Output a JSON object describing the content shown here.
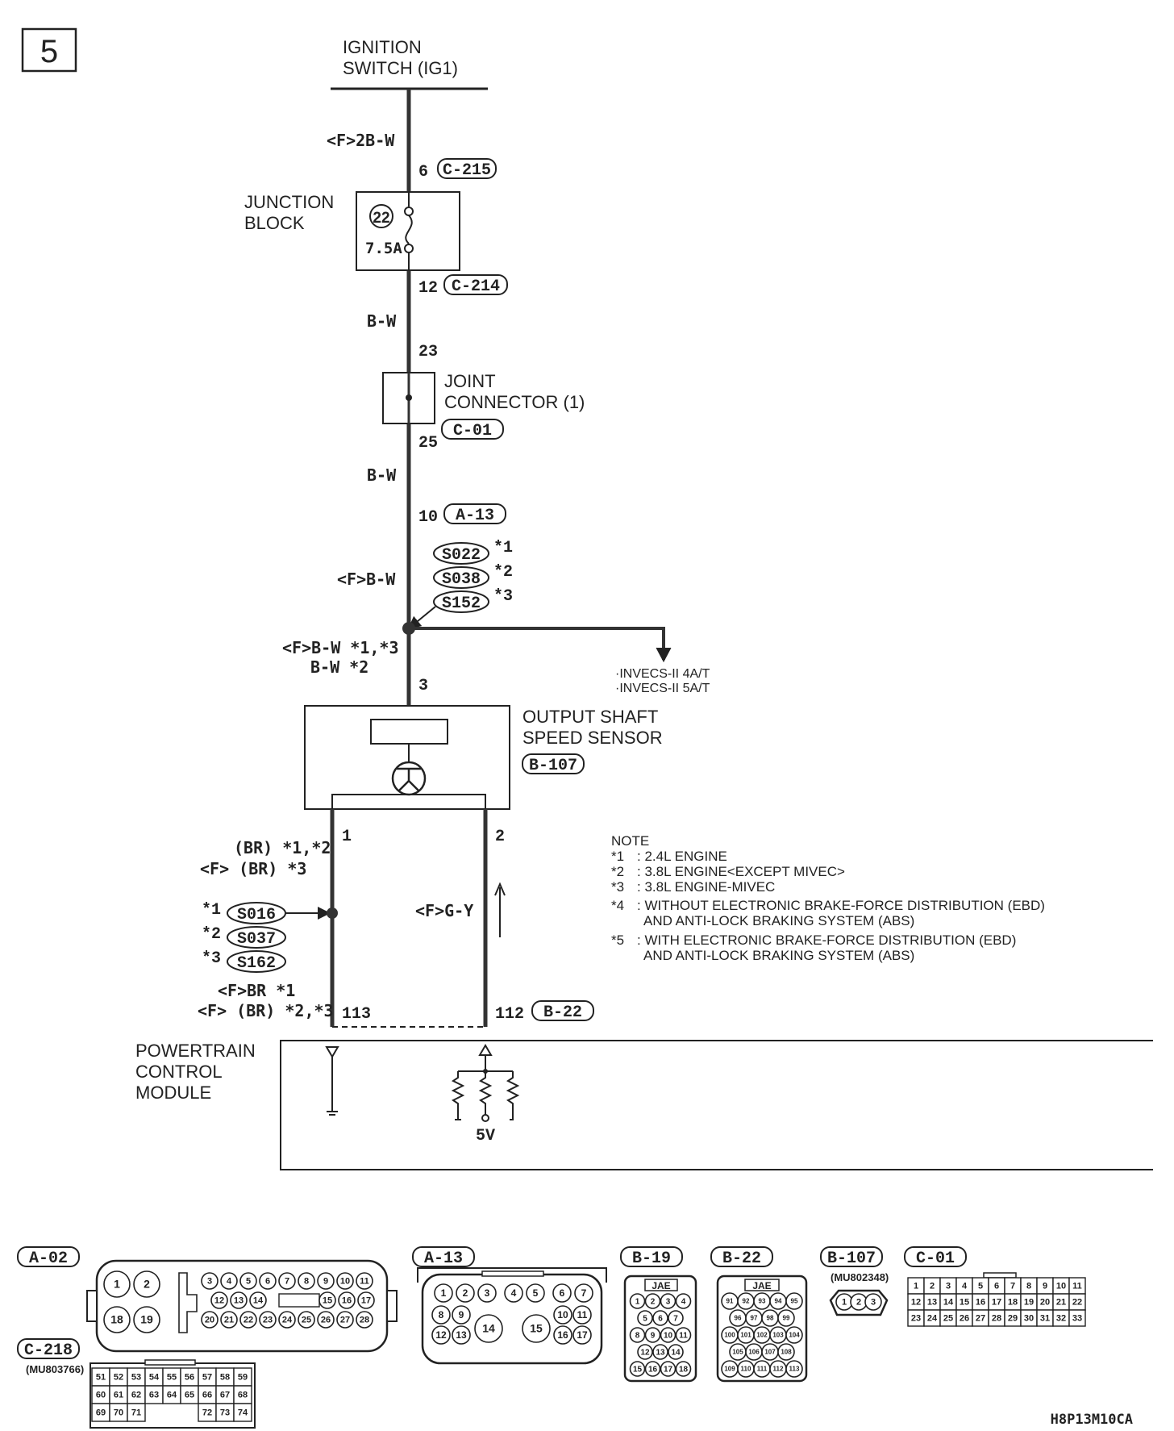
{
  "page_number": "5",
  "source": {
    "line1": "IGNITION",
    "line2": "SWITCH (IG1)"
  },
  "wires": {
    "w1": "<F>2B-W",
    "w2": "B-W",
    "w3": "B-W",
    "w4": "<F>B-W",
    "w5a": "<F>B-W *1,*3",
    "w5b": "B-W *2",
    "w6a": "(BR) *1,*2",
    "w6b": "<F> (BR) *3",
    "w7": "<F>G-Y",
    "w8a": "<F>BR *1",
    "w8b": "<F> (BR) *2,*3"
  },
  "pins": {
    "p6": "6",
    "p12": "12",
    "p23": "23",
    "p25": "25",
    "p10": "10",
    "p3": "3",
    "p1": "1",
    "p2": "2",
    "p113": "113",
    "p112": "112"
  },
  "connectors": {
    "c215": "C-215",
    "c214": "C-214",
    "c01": "C-01",
    "a13": "A-13",
    "b107": "B-107",
    "b22": "B-22"
  },
  "junction_block": {
    "line1": "JUNCTION",
    "line2": "BLOCK",
    "fuse_no": "22",
    "rating": "7.5A"
  },
  "joint_connector": {
    "line1": "JOINT",
    "line2": "CONNECTOR (1)"
  },
  "splices_top": [
    {
      "id": "S022",
      "ref": "*1"
    },
    {
      "id": "S038",
      "ref": "*2"
    },
    {
      "id": "S152",
      "ref": "*3"
    }
  ],
  "splices_mid": [
    {
      "id": "S016",
      "ref": "*1"
    },
    {
      "id": "S037",
      "ref": "*2"
    },
    {
      "id": "S162",
      "ref": "*3"
    }
  ],
  "branch": {
    "line1": "·INVECS-II 4A/T",
    "line2": "·INVECS-II 5A/T"
  },
  "sensor": {
    "line1": "OUTPUT SHAFT",
    "line2": "SPEED SENSOR"
  },
  "pcm": {
    "line1": "POWERTRAIN",
    "line2": "CONTROL",
    "line3": "MODULE",
    "voltage": "5V"
  },
  "note": {
    "title": "NOTE",
    "items": [
      {
        "key": "*1",
        "text": ": 2.4L ENGINE"
      },
      {
        "key": "*2",
        "text": ": 3.8L ENGINE<EXCEPT MIVEC>"
      },
      {
        "key": "*3",
        "text": ": 3.8L ENGINE-MIVEC"
      },
      {
        "key": "*4",
        "text": ": WITHOUT ELECTRONIC BRAKE-FORCE DISTRIBUTION (EBD)",
        "text2": "AND ANTI-LOCK BRAKING SYSTEM (ABS)"
      },
      {
        "key": "*5",
        "text": ": WITH ELECTRONIC BRAKE-FORCE DISTRIBUTION (EBD)",
        "text2": "AND ANTI-LOCK BRAKING SYSTEM (ABS)"
      }
    ]
  },
  "connector_views": {
    "a02": {
      "label": "A-02"
    },
    "a13": {
      "label": "A-13"
    },
    "b19": {
      "label": "B-19",
      "type": "JAE"
    },
    "b22": {
      "label": "B-22",
      "type": "JAE"
    },
    "b107": {
      "label": "B-107",
      "part": "(MU802348)"
    },
    "c01": {
      "label": "C-01"
    },
    "c218": {
      "label": "C-218",
      "part": "(MU803766)"
    }
  },
  "figure_code": "H8P13M10CA"
}
